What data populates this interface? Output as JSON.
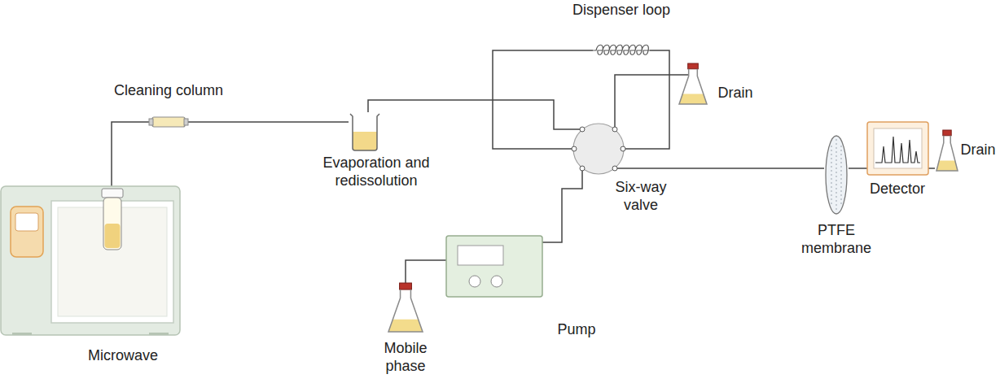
{
  "diagram": {
    "nodes": [
      {
        "text": [
          "Microwave"
        ]
      },
      {
        "text": [
          "Cleaning column"
        ]
      },
      {
        "text": [
          "Evaporation and redissolution"
        ]
      },
      {
        "text": [
          "Dispenser loop"
        ]
      },
      {
        "text": [
          "Six-way valve"
        ]
      },
      {
        "text": [
          "Drain"
        ]
      },
      {
        "text": [
          "Mobile phase"
        ]
      },
      {
        "text": [
          "Pump"
        ]
      },
      {
        "text": [
          "PTFE membrane"
        ]
      },
      {
        "text": [
          "Detector"
        ]
      },
      {
        "text": [
          "Drain"
        ]
      }
    ],
    "edges": [
      {
        "from": 0,
        "to": 1,
        "arrow": "none"
      },
      {
        "from": 1,
        "to": 2,
        "arrow": "none"
      },
      {
        "from": 2,
        "to": 4,
        "arrow": "none"
      },
      {
        "from": 3,
        "to": 4,
        "arrow": "none"
      },
      {
        "from": 3,
        "to": 4,
        "arrow": "none"
      },
      {
        "from": 4,
        "to": 5,
        "arrow": "none"
      },
      {
        "from": 6,
        "to": 7,
        "arrow": "none"
      },
      {
        "from": 7,
        "to": 4,
        "arrow": "none"
      },
      {
        "from": 4,
        "to": 8,
        "arrow": "none"
      },
      {
        "from": 8,
        "to": 9,
        "arrow": "none"
      },
      {
        "from": 9,
        "to": 10,
        "arrow": "none"
      }
    ]
  }
}
